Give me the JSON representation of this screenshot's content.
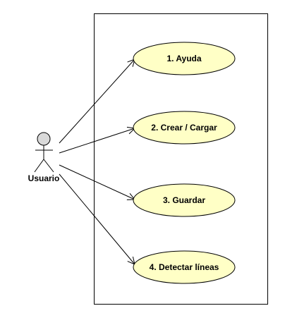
{
  "diagram": {
    "type": "use-case",
    "actor": {
      "label": "Usuario",
      "head_fill": "#d9d9d9",
      "line_color": "#000000"
    },
    "use_cases": [
      {
        "label": "1. Ayuda"
      },
      {
        "label": "2. Crear / Cargar"
      },
      {
        "label": "3. Guardar"
      },
      {
        "label": "4. Detectar líneas"
      }
    ],
    "associations": [
      {
        "from": "Usuario",
        "to": "1. Ayuda"
      },
      {
        "from": "Usuario",
        "to": "2. Crear / Cargar"
      },
      {
        "from": "Usuario",
        "to": "3. Guardar"
      },
      {
        "from": "Usuario",
        "to": "4. Detectar líneas"
      }
    ],
    "colors": {
      "use_case_fill": "#ffffc6",
      "use_case_stroke": "#000000",
      "system_border": "#000000",
      "background": "#ffffff"
    }
  }
}
